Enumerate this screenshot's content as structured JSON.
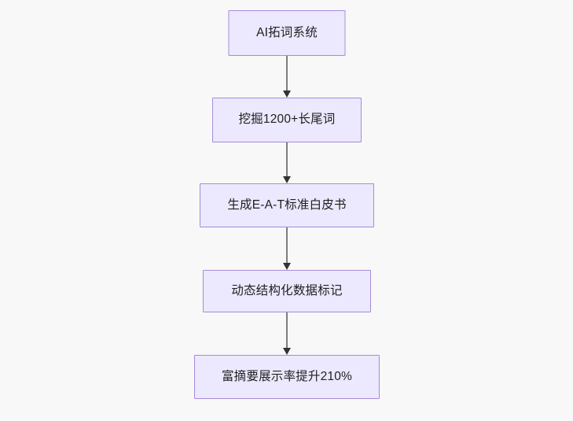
{
  "diagram": {
    "type": "flowchart",
    "orientation": "top-to-bottom",
    "background_color": "#f8f8f8",
    "node_fill_color": "#ece8fd",
    "node_border_color": "#a78bda",
    "node_text_color": "#1f1f1f",
    "edge_color": "#7d7d7d",
    "arrow_color": "#333333",
    "nodes": [
      {
        "id": "n1",
        "label": "AI拓词系统"
      },
      {
        "id": "n2",
        "label": "挖掘1200+长尾词"
      },
      {
        "id": "n3",
        "label": "生成E-A-T标准白皮书"
      },
      {
        "id": "n4",
        "label": "动态结构化数据标记"
      },
      {
        "id": "n5",
        "label": "富摘要展示率提升210%"
      }
    ],
    "edges": [
      {
        "id": "e1",
        "from": "n1",
        "to": "n2",
        "label": ""
      },
      {
        "id": "e2",
        "from": "n2",
        "to": "n3",
        "label": ""
      },
      {
        "id": "e3",
        "from": "n3",
        "to": "n4",
        "label": ""
      },
      {
        "id": "e4",
        "from": "n4",
        "to": "n5",
        "label": ""
      }
    ]
  }
}
